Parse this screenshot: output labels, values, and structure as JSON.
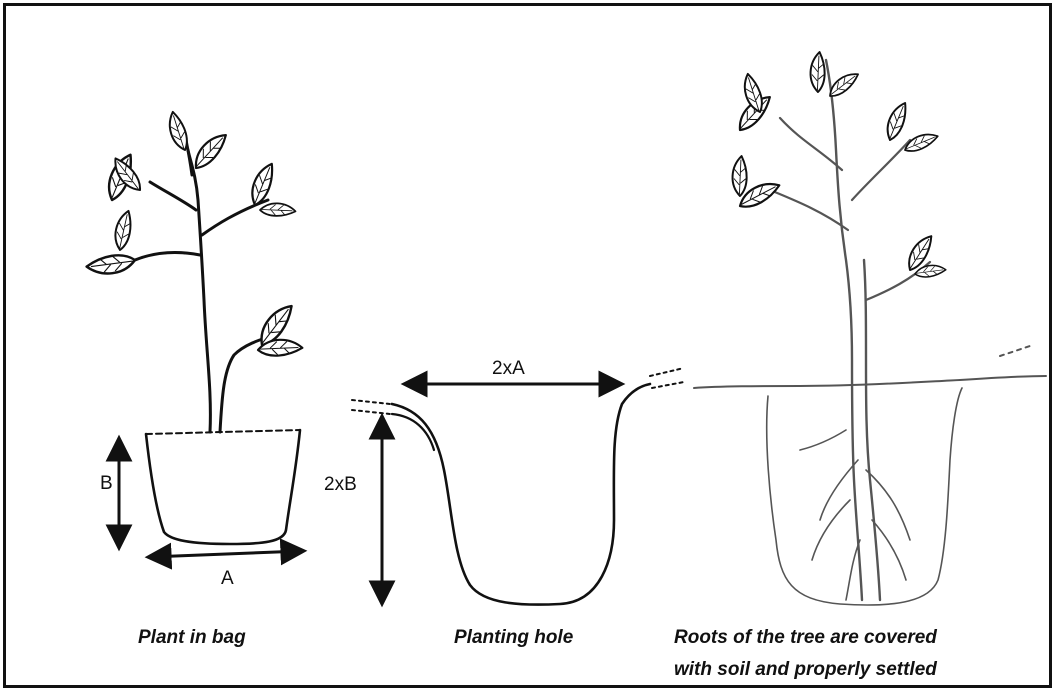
{
  "panels": [
    {
      "caption": "Plant in bag",
      "labels": {
        "height": "B",
        "width": "A"
      }
    },
    {
      "caption": "Planting hole",
      "labels": {
        "width": "2xA",
        "depth": "2xB"
      }
    },
    {
      "caption_lines": [
        "Roots of the tree are covered",
        "with soil and properly settled"
      ]
    }
  ],
  "colors": {
    "ink": "#111111",
    "background": "#ffffff"
  }
}
